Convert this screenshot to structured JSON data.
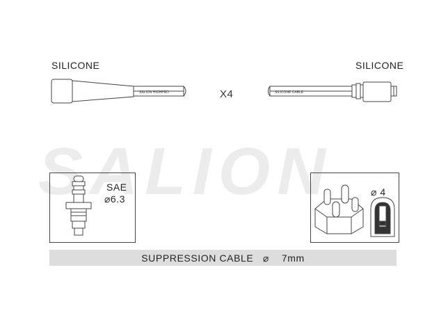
{
  "labels": {
    "left_boot": "SILICONE",
    "right_boot": "SILICONE",
    "quantity": "X4",
    "spark_plug_standard": "SAE",
    "spark_plug_diameter": "⌀6.3",
    "distributor_diameter": "⌀ 4",
    "cable_spec": "SUPPRESSION CABLE   ⌀    7mm"
  },
  "watermark": "SALION",
  "cable_prints": {
    "left": "SALION  HIGHPRO",
    "right": "SILICONE CABLE"
  },
  "colors": {
    "line": "#444444",
    "cable_bar": "#dddddd",
    "watermark": "#ececec"
  }
}
